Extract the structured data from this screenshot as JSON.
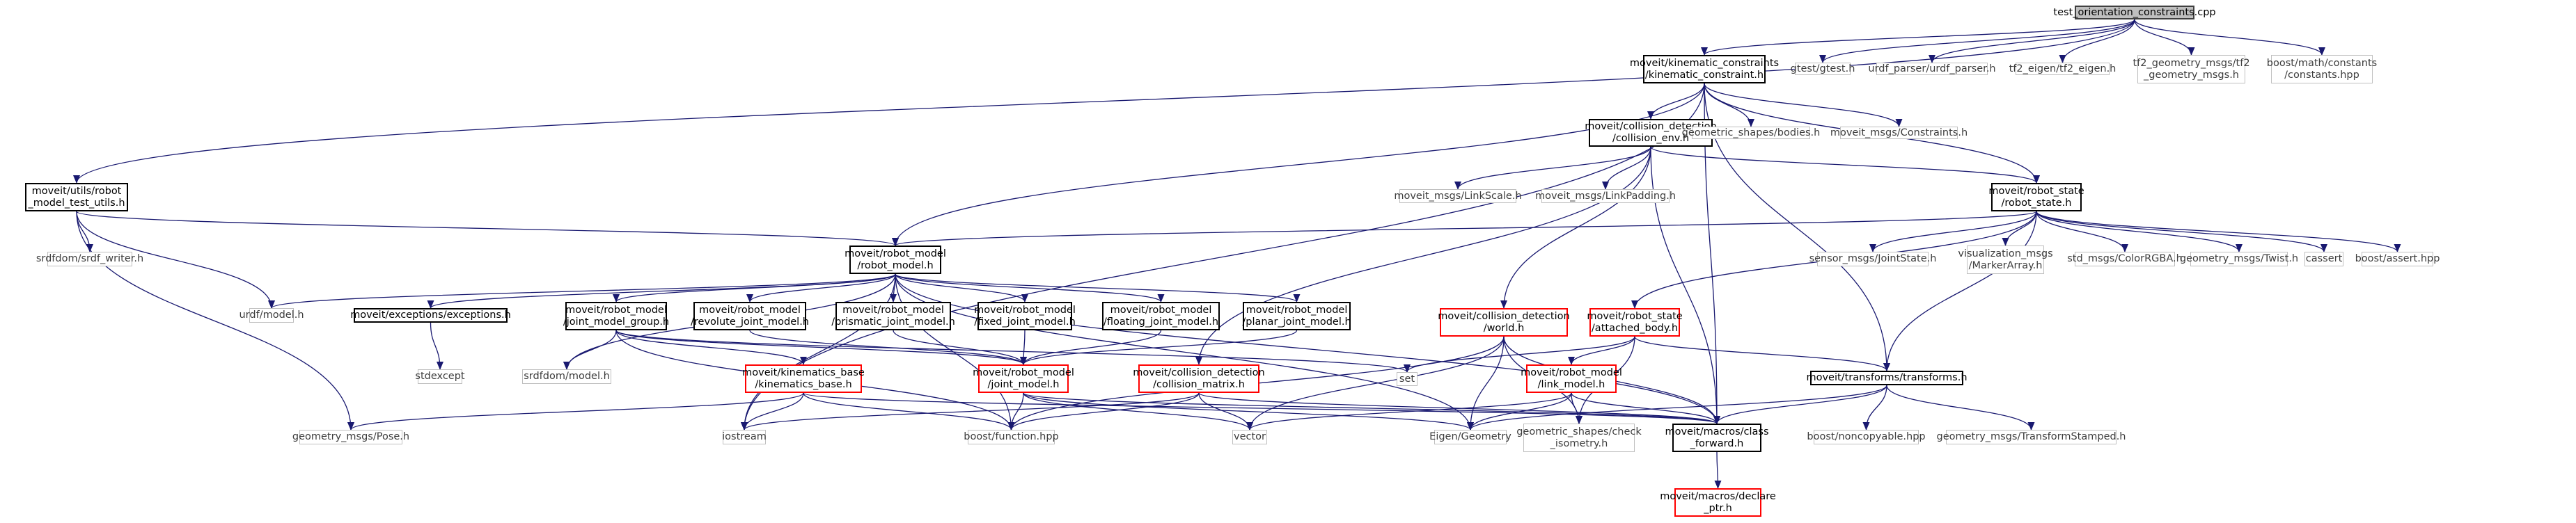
{
  "graph": {
    "title": "test_orientation_constraints.cpp",
    "colors": {
      "edge": "#191970",
      "node_border": "#000000",
      "system_border": "#bfbfbf",
      "undocumented_border": "#ff0000",
      "root_fill": "#bfbfbf"
    },
    "nodes": [
      {
        "id": "root",
        "kind": "root",
        "lines": [
          "test_orientation_constraints.cpp"
        ]
      },
      {
        "id": "kinematic_constraint",
        "kind": "doc",
        "lines": [
          "moveit/kinematic_constraints",
          "/kinematic_constraint.h"
        ]
      },
      {
        "id": "gtest",
        "kind": "system",
        "lines": [
          "gtest/gtest.h"
        ]
      },
      {
        "id": "urdf_parser",
        "kind": "system",
        "lines": [
          "urdf_parser/urdf_parser.h"
        ]
      },
      {
        "id": "tf2_eigen",
        "kind": "system",
        "lines": [
          "tf2_eigen/tf2_eigen.h"
        ]
      },
      {
        "id": "tf2_geometry_msgs",
        "kind": "system",
        "lines": [
          "tf2_geometry_msgs/tf2",
          "_geometry_msgs.h"
        ]
      },
      {
        "id": "boost_constants",
        "kind": "system",
        "lines": [
          "boost/math/constants",
          "/constants.hpp"
        ]
      },
      {
        "id": "collision_env",
        "kind": "doc",
        "lines": [
          "moveit/collision_detection",
          "/collision_env.h"
        ]
      },
      {
        "id": "geometric_bodies",
        "kind": "system",
        "lines": [
          "geometric_shapes/bodies.h"
        ]
      },
      {
        "id": "moveit_constraints",
        "kind": "system",
        "lines": [
          "moveit_msgs/Constraints.h"
        ]
      },
      {
        "id": "robot_model_test_utils",
        "kind": "doc",
        "lines": [
          "moveit/utils/robot",
          "_model_test_utils.h"
        ]
      },
      {
        "id": "link_scale",
        "kind": "system",
        "lines": [
          "moveit_msgs/LinkScale.h"
        ]
      },
      {
        "id": "link_padding",
        "kind": "system",
        "lines": [
          "moveit_msgs/LinkPadding.h"
        ]
      },
      {
        "id": "robot_state",
        "kind": "doc",
        "lines": [
          "moveit/robot_state",
          "/robot_state.h"
        ]
      },
      {
        "id": "srdf_writer",
        "kind": "system",
        "lines": [
          "srdfdom/srdf_writer.h"
        ]
      },
      {
        "id": "robot_model",
        "kind": "doc",
        "lines": [
          "moveit/robot_model",
          "/robot_model.h"
        ]
      },
      {
        "id": "joint_state",
        "kind": "system",
        "lines": [
          "sensor_msgs/JointState.h"
        ]
      },
      {
        "id": "marker_array",
        "kind": "system",
        "lines": [
          "visualization_msgs",
          "/MarkerArray.h"
        ]
      },
      {
        "id": "color_rgba",
        "kind": "system",
        "lines": [
          "std_msgs/ColorRGBA.h"
        ]
      },
      {
        "id": "twist",
        "kind": "system",
        "lines": [
          "geometry_msgs/Twist.h"
        ]
      },
      {
        "id": "cassert",
        "kind": "system",
        "lines": [
          "cassert"
        ]
      },
      {
        "id": "boost_assert",
        "kind": "system",
        "lines": [
          "boost/assert.hpp"
        ]
      },
      {
        "id": "urdf_model",
        "kind": "system",
        "lines": [
          "urdf/model.h"
        ]
      },
      {
        "id": "exceptions",
        "kind": "doc",
        "lines": [
          "moveit/exceptions/exceptions.h"
        ]
      },
      {
        "id": "joint_model_group",
        "kind": "doc",
        "lines": [
          "moveit/robot_model",
          "/joint_model_group.h"
        ]
      },
      {
        "id": "revolute_joint_model",
        "kind": "doc",
        "lines": [
          "moveit/robot_model",
          "/revolute_joint_model.h"
        ]
      },
      {
        "id": "prismatic_joint_model",
        "kind": "doc",
        "lines": [
          "moveit/robot_model",
          "/prismatic_joint_model.h"
        ]
      },
      {
        "id": "fixed_joint_model",
        "kind": "doc",
        "lines": [
          "moveit/robot_model",
          "/fixed_joint_model.h"
        ]
      },
      {
        "id": "floating_joint_model",
        "kind": "doc",
        "lines": [
          "moveit/robot_model",
          "/floating_joint_model.h"
        ]
      },
      {
        "id": "planar_joint_model",
        "kind": "doc",
        "lines": [
          "moveit/robot_model",
          "/planar_joint_model.h"
        ]
      },
      {
        "id": "world",
        "kind": "red",
        "lines": [
          "moveit/collision_detection",
          "/world.h"
        ]
      },
      {
        "id": "attached_body",
        "kind": "red",
        "lines": [
          "moveit/robot_state",
          "/attached_body.h"
        ]
      },
      {
        "id": "stdexcept",
        "kind": "system",
        "lines": [
          "stdexcept"
        ]
      },
      {
        "id": "srdfdom_model",
        "kind": "system",
        "lines": [
          "srdfdom/model.h"
        ]
      },
      {
        "id": "kinematics_base",
        "kind": "red",
        "lines": [
          "moveit/kinematics_base",
          "/kinematics_base.h"
        ]
      },
      {
        "id": "joint_model",
        "kind": "red",
        "lines": [
          "moveit/robot_model",
          "/joint_model.h"
        ]
      },
      {
        "id": "collision_matrix",
        "kind": "red",
        "lines": [
          "moveit/collision_detection",
          "/collision_matrix.h"
        ]
      },
      {
        "id": "set",
        "kind": "system",
        "lines": [
          "set"
        ]
      },
      {
        "id": "link_model",
        "kind": "red",
        "lines": [
          "moveit/robot_model",
          "/link_model.h"
        ]
      },
      {
        "id": "transforms",
        "kind": "doc",
        "lines": [
          "moveit/transforms/transforms.h"
        ]
      },
      {
        "id": "geometry_pose",
        "kind": "system",
        "lines": [
          "geometry_msgs/Pose.h"
        ]
      },
      {
        "id": "iostream",
        "kind": "system",
        "lines": [
          "iostream"
        ]
      },
      {
        "id": "boost_function",
        "kind": "system",
        "lines": [
          "boost/function.hpp"
        ]
      },
      {
        "id": "vector",
        "kind": "system",
        "lines": [
          "vector"
        ]
      },
      {
        "id": "eigen_geometry",
        "kind": "system",
        "lines": [
          "Eigen/Geometry"
        ]
      },
      {
        "id": "check_isometry",
        "kind": "system",
        "lines": [
          "geometric_shapes/check",
          "_isometry.h"
        ]
      },
      {
        "id": "class_forward",
        "kind": "doc",
        "lines": [
          "moveit/macros/class",
          "_forward.h"
        ]
      },
      {
        "id": "boost_noncopyable",
        "kind": "system",
        "lines": [
          "boost/noncopyable.hpp"
        ]
      },
      {
        "id": "transform_stamped",
        "kind": "system",
        "lines": [
          "geometry_msgs/TransformStamped.h"
        ]
      },
      {
        "id": "declare_ptr",
        "kind": "red",
        "lines": [
          "moveit/macros/declare",
          "_ptr.h"
        ]
      }
    ],
    "edges": [
      [
        "root",
        "kinematic_constraint"
      ],
      [
        "root",
        "gtest"
      ],
      [
        "root",
        "urdf_parser"
      ],
      [
        "root",
        "tf2_eigen"
      ],
      [
        "root",
        "tf2_geometry_msgs"
      ],
      [
        "root",
        "boost_constants"
      ],
      [
        "root",
        "robot_model_test_utils"
      ],
      [
        "kinematic_constraint",
        "collision_env"
      ],
      [
        "kinematic_constraint",
        "geometric_bodies"
      ],
      [
        "kinematic_constraint",
        "moveit_constraints"
      ],
      [
        "kinematic_constraint",
        "robot_state"
      ],
      [
        "kinematic_constraint",
        "robot_model"
      ],
      [
        "kinematic_constraint",
        "transforms"
      ],
      [
        "kinematic_constraint",
        "class_forward"
      ],
      [
        "kinematic_constraint",
        "iostream"
      ],
      [
        "collision_env",
        "link_scale"
      ],
      [
        "collision_env",
        "link_padding"
      ],
      [
        "collision_env",
        "robot_state"
      ],
      [
        "collision_env",
        "world"
      ],
      [
        "collision_env",
        "collision_matrix"
      ],
      [
        "collision_env",
        "class_forward"
      ],
      [
        "robot_model_test_utils",
        "robot_model"
      ],
      [
        "robot_model_test_utils",
        "srdf_writer"
      ],
      [
        "robot_model_test_utils",
        "urdf_model"
      ],
      [
        "robot_model_test_utils",
        "geometry_pose"
      ],
      [
        "robot_state",
        "robot_model"
      ],
      [
        "robot_state",
        "attached_body"
      ],
      [
        "robot_state",
        "transforms"
      ],
      [
        "robot_state",
        "joint_state"
      ],
      [
        "robot_state",
        "marker_array"
      ],
      [
        "robot_state",
        "color_rgba"
      ],
      [
        "robot_state",
        "twist"
      ],
      [
        "robot_state",
        "cassert"
      ],
      [
        "robot_state",
        "boost_assert"
      ],
      [
        "robot_model",
        "urdf_model"
      ],
      [
        "robot_model",
        "exceptions"
      ],
      [
        "robot_model",
        "joint_model_group"
      ],
      [
        "robot_model",
        "revolute_joint_model"
      ],
      [
        "robot_model",
        "prismatic_joint_model"
      ],
      [
        "robot_model",
        "fixed_joint_model"
      ],
      [
        "robot_model",
        "floating_joint_model"
      ],
      [
        "robot_model",
        "planar_joint_model"
      ],
      [
        "robot_model",
        "srdfdom_model"
      ],
      [
        "robot_model",
        "iostream"
      ],
      [
        "robot_model",
        "boost_function"
      ],
      [
        "robot_model",
        "eigen_geometry"
      ],
      [
        "robot_model",
        "class_forward"
      ],
      [
        "exceptions",
        "stdexcept"
      ],
      [
        "joint_model_group",
        "joint_model"
      ],
      [
        "joint_model_group",
        "kinematics_base"
      ],
      [
        "joint_model_group",
        "srdfdom_model"
      ],
      [
        "joint_model_group",
        "set"
      ],
      [
        "joint_model_group",
        "boost_function"
      ],
      [
        "revolute_joint_model",
        "joint_model"
      ],
      [
        "prismatic_joint_model",
        "joint_model"
      ],
      [
        "fixed_joint_model",
        "joint_model"
      ],
      [
        "floating_joint_model",
        "joint_model"
      ],
      [
        "planar_joint_model",
        "joint_model"
      ],
      [
        "joint_model",
        "boost_function"
      ],
      [
        "joint_model",
        "vector"
      ],
      [
        "joint_model",
        "eigen_geometry"
      ],
      [
        "joint_model",
        "class_forward"
      ],
      [
        "kinematics_base",
        "geometry_pose"
      ],
      [
        "kinematics_base",
        "boost_function"
      ],
      [
        "kinematics_base",
        "iostream"
      ],
      [
        "kinematics_base",
        "class_forward"
      ],
      [
        "collision_matrix",
        "iostream"
      ],
      [
        "collision_matrix",
        "vector"
      ],
      [
        "collision_matrix",
        "boost_function"
      ],
      [
        "collision_matrix",
        "class_forward"
      ],
      [
        "world",
        "vector"
      ],
      [
        "world",
        "boost_function"
      ],
      [
        "world",
        "eigen_geometry"
      ],
      [
        "world",
        "class_forward"
      ],
      [
        "world",
        "check_isometry"
      ],
      [
        "attached_body",
        "link_model"
      ],
      [
        "attached_body",
        "transforms"
      ],
      [
        "attached_body",
        "set"
      ],
      [
        "attached_body",
        "check_isometry"
      ],
      [
        "link_model",
        "vector"
      ],
      [
        "link_model",
        "eigen_geometry"
      ],
      [
        "link_model",
        "check_isometry"
      ],
      [
        "link_model",
        "class_forward"
      ],
      [
        "transforms",
        "eigen_geometry"
      ],
      [
        "transforms",
        "class_forward"
      ],
      [
        "transforms",
        "boost_noncopyable"
      ],
      [
        "transforms",
        "transform_stamped"
      ],
      [
        "class_forward",
        "declare_ptr"
      ]
    ]
  }
}
